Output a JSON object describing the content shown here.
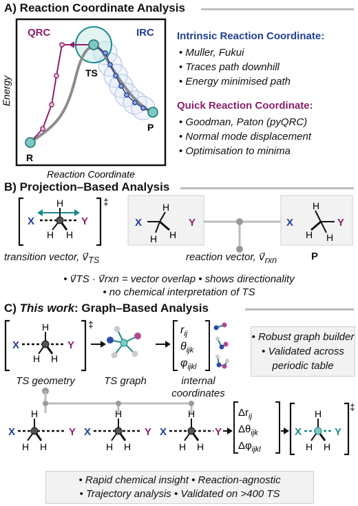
{
  "sectionA": {
    "title": "A) Reaction Coordinate Analysis",
    "plot": {
      "y_axis": "Energy",
      "x_axis": "Reaction Coordinate",
      "qrc_label": "QRC",
      "irc_label": "IRC",
      "ts_label": "TS",
      "r_label": "R",
      "p_label": "P"
    },
    "irc_heading": "Intrinsic Reaction Coordinate:",
    "irc_items": [
      "Muller, Fukui",
      "Traces path downhill",
      "Energy minimised path"
    ],
    "qrc_heading": "Quick Reaction Coordinate:",
    "qrc_items": [
      "Goodman, Paton (pyQRC)",
      "Normal mode displacement",
      "Optimisation to minima"
    ]
  },
  "sectionB": {
    "title": "B) Projection–Based Analysis",
    "ts_mark": "‡",
    "transition_vector": "transition vector, v⃗",
    "transition_sub": "TS",
    "reaction_vector": "reaction vector, v⃗",
    "reaction_sub": "rxn",
    "p_label": "P",
    "line1": "• v⃗TS · v⃗rxn = vector overlap • shows directionality",
    "line2": "• no chemical interpretation of TS"
  },
  "sectionC": {
    "title_prefix": "C) ",
    "title_italic": "This work",
    "title_rest": ": Graph–Based Analysis",
    "ts_geometry": "TS geometry",
    "ts_graph": "TS graph",
    "internal": "internal coordinates",
    "coords": [
      "r",
      "θ",
      "φ"
    ],
    "coord_subs": [
      "ij",
      "ijk",
      "ijkl"
    ],
    "delta_coords": [
      "Δr",
      "Δθ",
      "Δφ"
    ],
    "side_box": [
      "Robust graph builder",
      "Validated across periodic table"
    ],
    "bottom_line1": "Rapid chemical insight • Reaction-agnostic",
    "bottom_line2": "Trajectory analysis • Validated on >400 TS"
  },
  "atoms": {
    "X": "X",
    "Y": "Y",
    "H": "H"
  },
  "colors": {
    "blue": "#1e3f95",
    "purple": "#8a1f6b",
    "teal": "#1a8a8a",
    "gray": "#bdbdbd"
  }
}
